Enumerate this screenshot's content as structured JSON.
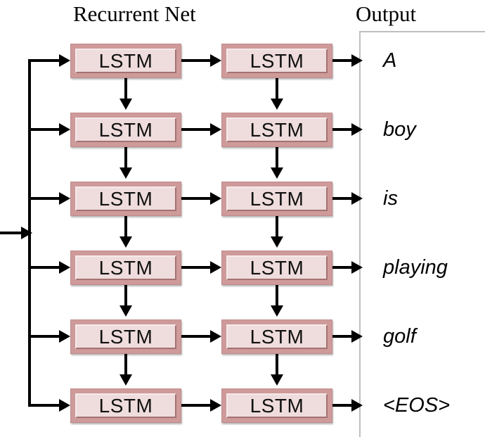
{
  "headings": {
    "recurrent_net": "Recurrent Net",
    "output": "Output"
  },
  "grid": {
    "rows": 6,
    "columns": 2,
    "cell_label": "LSTM",
    "cells": [
      [
        {
          "label": "LSTM"
        },
        {
          "label": "LSTM"
        }
      ],
      [
        {
          "label": "LSTM"
        },
        {
          "label": "LSTM"
        }
      ],
      [
        {
          "label": "LSTM"
        },
        {
          "label": "LSTM"
        }
      ],
      [
        {
          "label": "LSTM"
        },
        {
          "label": "LSTM"
        }
      ],
      [
        {
          "label": "LSTM"
        },
        {
          "label": "LSTM"
        }
      ],
      [
        {
          "label": "LSTM"
        },
        {
          "label": "LSTM"
        }
      ]
    ]
  },
  "outputs": [
    {
      "word": "A"
    },
    {
      "word": "boy"
    },
    {
      "word": "is"
    },
    {
      "word": "playing"
    },
    {
      "word": "golf"
    },
    {
      "word": "<EOS>"
    }
  ],
  "colors": {
    "box_border": "#c08c8c",
    "box_fill": "#efdcdc",
    "box_bevel_light": "#f6eaea",
    "box_bevel_dark": "#a37272",
    "arrow": "#000000",
    "panel_rule": "#bfbfbf",
    "background": "#ffffff"
  }
}
